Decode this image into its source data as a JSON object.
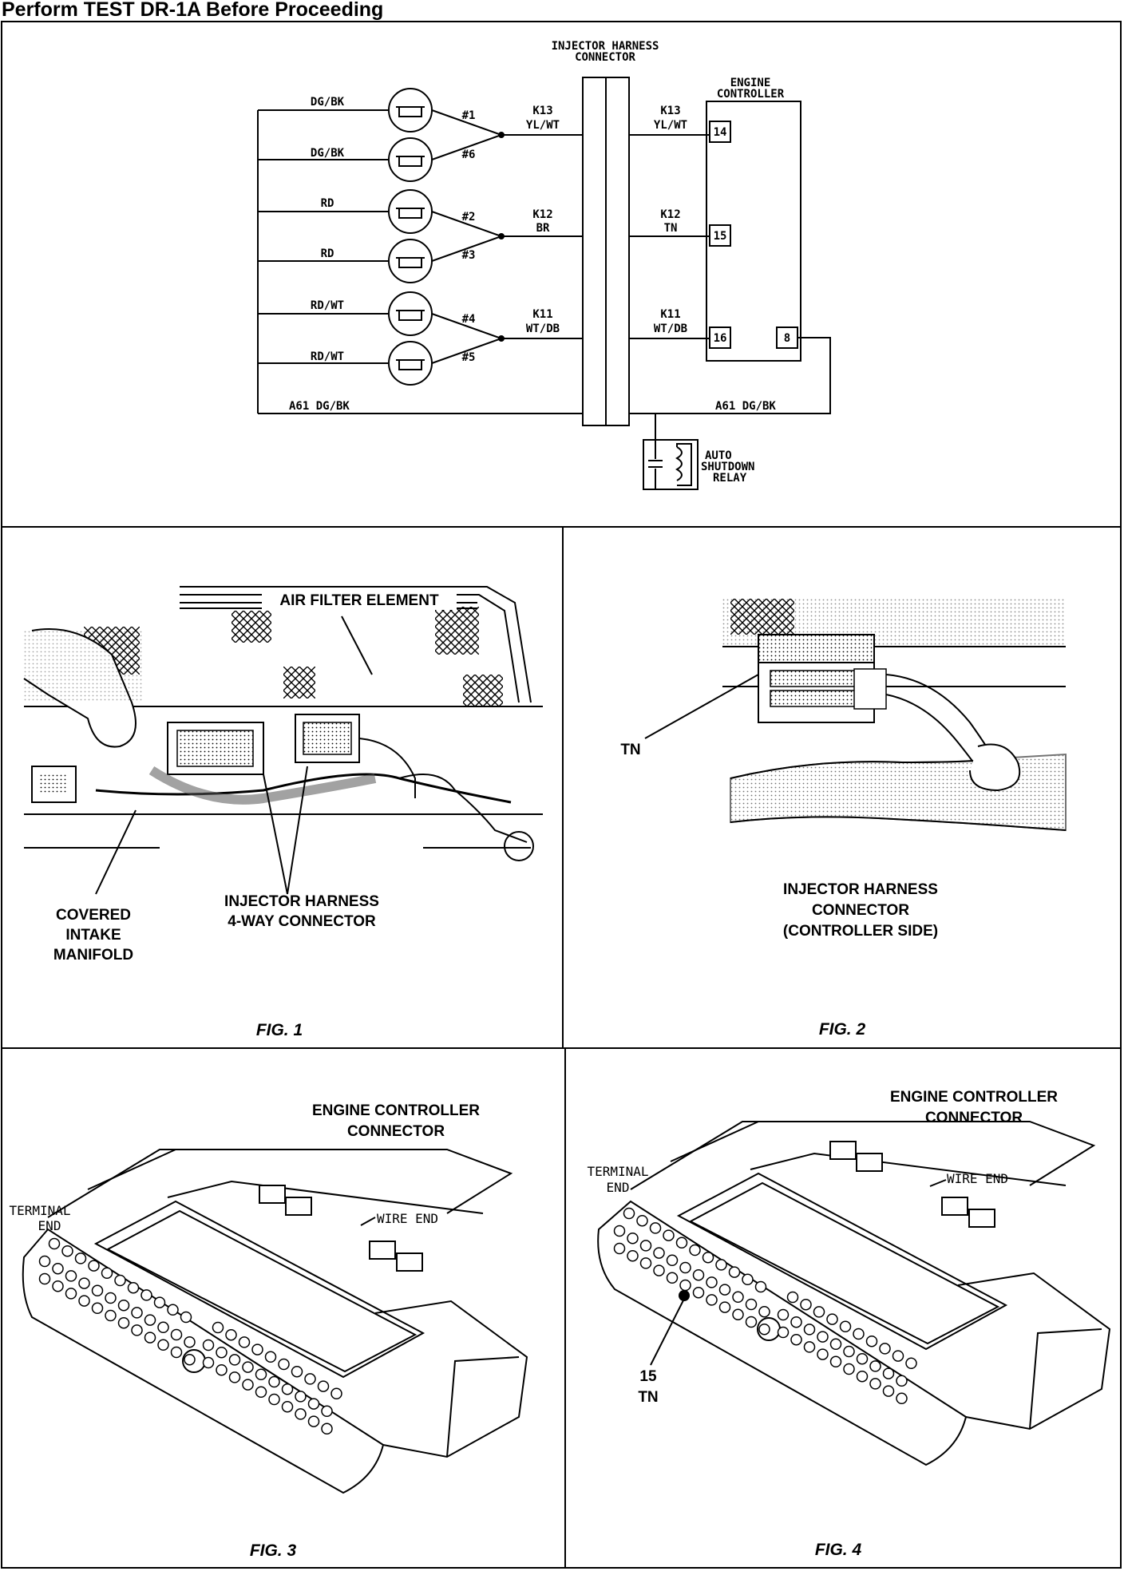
{
  "header": {
    "title": "Perform TEST DR-1A Before Proceeding"
  },
  "schematic": {
    "harness_connector_label_1": "INJECTOR HARNESS",
    "harness_connector_label_2": "CONNECTOR",
    "engine_controller_label_1": "ENGINE",
    "engine_controller_label_2": "CONTROLLER",
    "relay_label_1": "AUTO",
    "relay_label_2": "SHUTDOWN",
    "relay_label_3": "RELAY",
    "injectors": [
      {
        "wire": "DG/BK",
        "num": "#1"
      },
      {
        "wire": "DG/BK",
        "num": "#6"
      },
      {
        "wire": "RD",
        "num": "#2"
      },
      {
        "wire": "RD",
        "num": "#3"
      },
      {
        "wire": "RD/WT",
        "num": "#4"
      },
      {
        "wire": "RD/WT",
        "num": "#5"
      }
    ],
    "circuits_left": [
      {
        "id": "K13",
        "color": "YL/WT"
      },
      {
        "id": "K12",
        "color": "BR"
      },
      {
        "id": "K11",
        "color": "WT/DB"
      }
    ],
    "circuits_right": [
      {
        "id": "K13",
        "color": "YL/WT",
        "pin": "14"
      },
      {
        "id": "K12",
        "color": "TN",
        "pin": "15"
      },
      {
        "id": "K11",
        "color": "WT/DB",
        "pin": "16"
      }
    ],
    "pin_8": "8",
    "feed_left": "A61 DG/BK",
    "feed_right": "A61 DG/BK"
  },
  "fig1": {
    "air_filter": "AIR FILTER ELEMENT",
    "harness_1": "INJECTOR HARNESS",
    "harness_2": "4-WAY CONNECTOR",
    "manifold_1": "COVERED",
    "manifold_2": "INTAKE",
    "manifold_3": "MANIFOLD",
    "caption": "FIG. 1"
  },
  "fig2": {
    "tn": "TN",
    "label_1": "INJECTOR HARNESS",
    "label_2": "CONNECTOR",
    "label_3": "(CONTROLLER SIDE)",
    "caption": "FIG. 2"
  },
  "fig3": {
    "label_1": "ENGINE CONTROLLER",
    "label_2": "CONNECTOR",
    "terminal_1": "TERMINAL",
    "terminal_2": "END",
    "wire_end": "WIRE END",
    "caption": "FIG. 3"
  },
  "fig4": {
    "label_1": "ENGINE CONTROLLER",
    "label_2": "CONNECTOR",
    "terminal_1": "TERMINAL",
    "terminal_2": "END",
    "wire_end": "WIRE END",
    "pin_num": "15",
    "pin_color": "TN",
    "caption": "FIG. 4"
  }
}
